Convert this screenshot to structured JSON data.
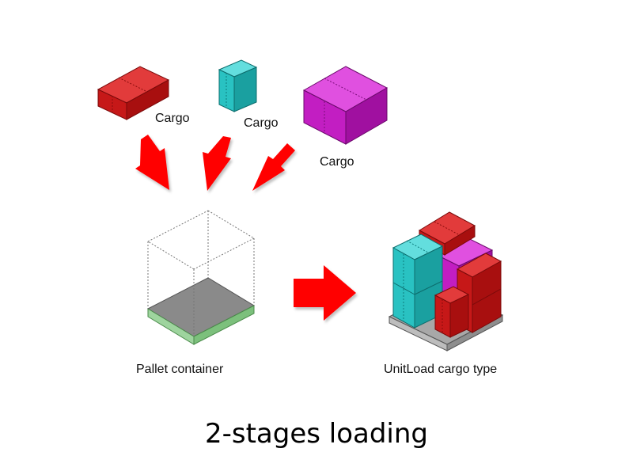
{
  "cargo_items": [
    {
      "label": "Cargo",
      "color": "#cc1a1a"
    },
    {
      "label": "Cargo",
      "color": "#2bc4c4"
    },
    {
      "label": "Cargo",
      "color": "#c21ec2"
    }
  ],
  "pallet_container": {
    "label": "Pallet container"
  },
  "unit_load": {
    "label": "UnitLoad cargo type"
  },
  "title": "2-stages loading",
  "arrow_color": "#ff0000"
}
